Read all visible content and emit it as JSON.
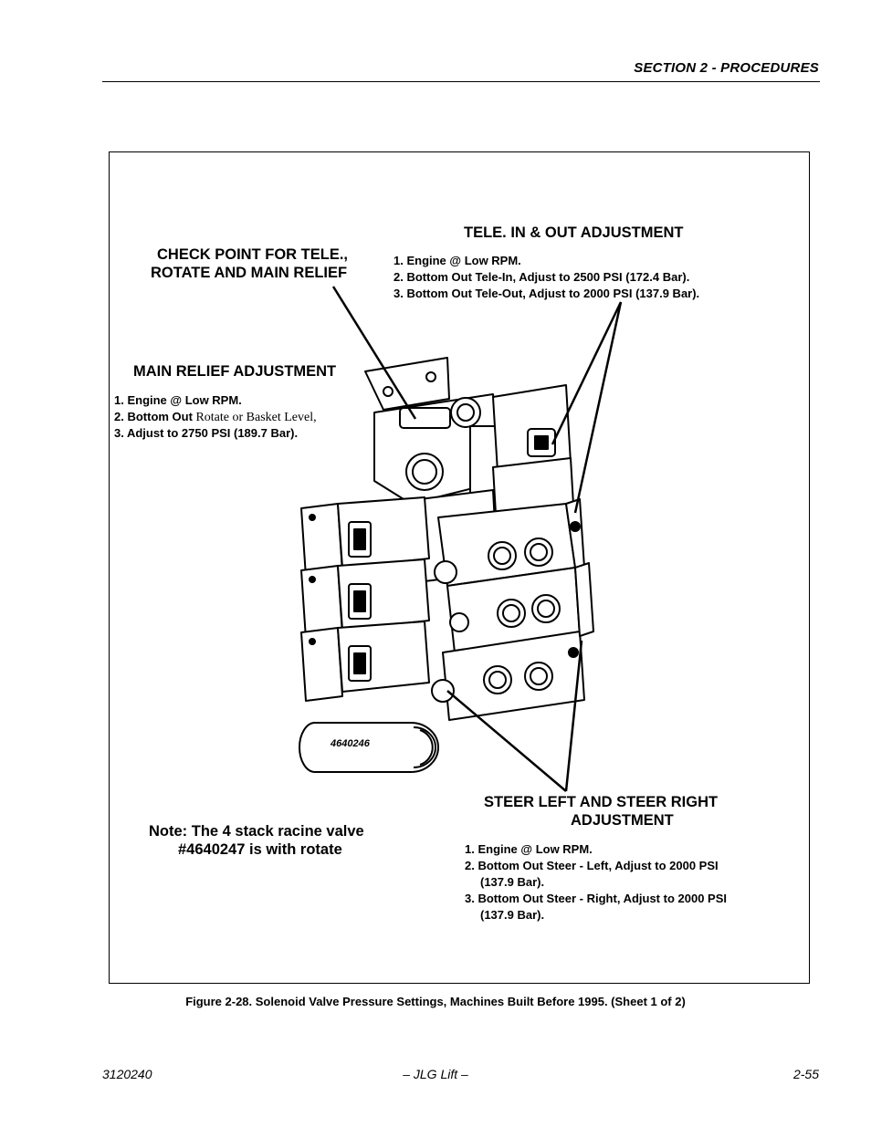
{
  "header": {
    "section_title": "SECTION 2 - PROCEDURES"
  },
  "figure": {
    "tele_adjust": {
      "heading": "TELE. IN & OUT ADJUSTMENT",
      "steps": [
        "1. Engine @ Low RPM.",
        "2. Bottom Out Tele-In, Adjust to 2500 PSI (172.4 Bar).",
        "3. Bottom Out Tele-Out, Adjust to 2000 PSI (137.9 Bar)."
      ]
    },
    "check_point": {
      "line1": "CHECK POINT FOR TELE.,",
      "line2": "ROTATE AND MAIN RELIEF"
    },
    "main_relief": {
      "heading": "MAIN RELIEF ADJUSTMENT",
      "step1": "1. Engine @ Low RPM.",
      "step2_bold": "2. Bottom Out",
      "step2_rest": " Rotate or Basket Level,",
      "step3": "3. Adjust to 2750 PSI (189.7 Bar)."
    },
    "part_number": "4640246",
    "note": {
      "line1": "Note: The 4 stack racine valve",
      "line2": "#4640247 is with rotate"
    },
    "steer_adjust": {
      "heading_line1": "STEER LEFT AND STEER RIGHT",
      "heading_line2": "ADJUSTMENT",
      "steps": [
        "1. Engine @ Low RPM.",
        "2. Bottom Out Steer - Left, Adjust to 2000 PSI",
        "(137.9 Bar).",
        "3. Bottom Out Steer - Right, Adjust  to 2000 PSI",
        "(137.9 Bar)."
      ]
    }
  },
  "caption": "Figure 2-28.  Solenoid Valve Pressure Settings, Machines Built Before 1995. (Sheet 1 of 2)",
  "footer": {
    "doc_number": "3120240",
    "brand": "– JLG Lift –",
    "page_number": "2-55"
  }
}
